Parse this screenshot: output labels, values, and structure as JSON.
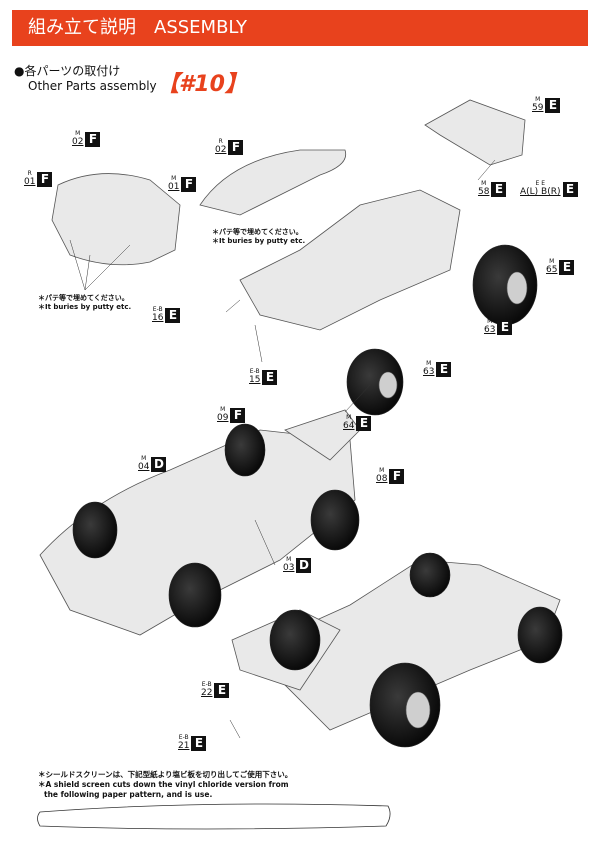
{
  "header": {
    "title": "組み立て説明　ASSEMBLY"
  },
  "section": {
    "title_jp": "●各パーツの取付け",
    "title_en": "Other Parts assembly",
    "model_no": "【#10】"
  },
  "tags": {
    "m02_f_left": {
      "src": "M",
      "num": "02",
      "letter": "F"
    },
    "r01_f": {
      "src": "R",
      "num": "01",
      "letter": "F"
    },
    "m01_f": {
      "src": "M",
      "num": "01",
      "letter": "F"
    },
    "r02_f": {
      "src": "R",
      "num": "02",
      "letter": "F"
    },
    "m59_e": {
      "src": "M",
      "num": "59",
      "letter": "E"
    },
    "m58_e": {
      "src": "M",
      "num": "58",
      "letter": "E"
    },
    "eab_e": {
      "src": "E  E",
      "num": "A(L) B(R)",
      "letter": "E"
    },
    "m65_e": {
      "src": "M",
      "num": "65",
      "letter": "E"
    },
    "m63_e_rear": {
      "src": "M",
      "num": "63",
      "letter": "E"
    },
    "eb16_e": {
      "src": "E-B",
      "num": "16",
      "letter": "E"
    },
    "eb15_e": {
      "src": "E-B",
      "num": "15",
      "letter": "E"
    },
    "m63_e_front": {
      "src": "M",
      "num": "63",
      "letter": "E"
    },
    "m64_e": {
      "src": "M",
      "num": "64",
      "letter": "E"
    },
    "m09_f": {
      "src": "M",
      "num": "09",
      "letter": "F"
    },
    "m04_d": {
      "src": "M",
      "num": "04",
      "letter": "D"
    },
    "m08_f": {
      "src": "M",
      "num": "08",
      "letter": "F"
    },
    "m03_d": {
      "src": "M",
      "num": "03",
      "letter": "D"
    },
    "eb22_e": {
      "src": "E-B",
      "num": "22",
      "letter": "E"
    },
    "eb21_e": {
      "src": "E-B",
      "num": "21",
      "letter": "E"
    }
  },
  "notes": {
    "putty_mid_jp": "＊パテ等で埋めてください。",
    "putty_mid_en": "＊It buries by putty etc.",
    "putty_left_jp": "＊パテ等で埋めてください。",
    "putty_left_en": "＊It buries by putty etc.",
    "shield_jp": "＊シールドスクリーンは、下記型紙より塩ビ板を切り出してご使用下さい。",
    "shield_en1": "＊A shield screen cuts down the vinyl chloride version from",
    "shield_en2": "the following paper pattern, and is use."
  },
  "colors": {
    "header_bg": "#e8421d",
    "accent": "#e8421d",
    "badge": "#111111"
  }
}
